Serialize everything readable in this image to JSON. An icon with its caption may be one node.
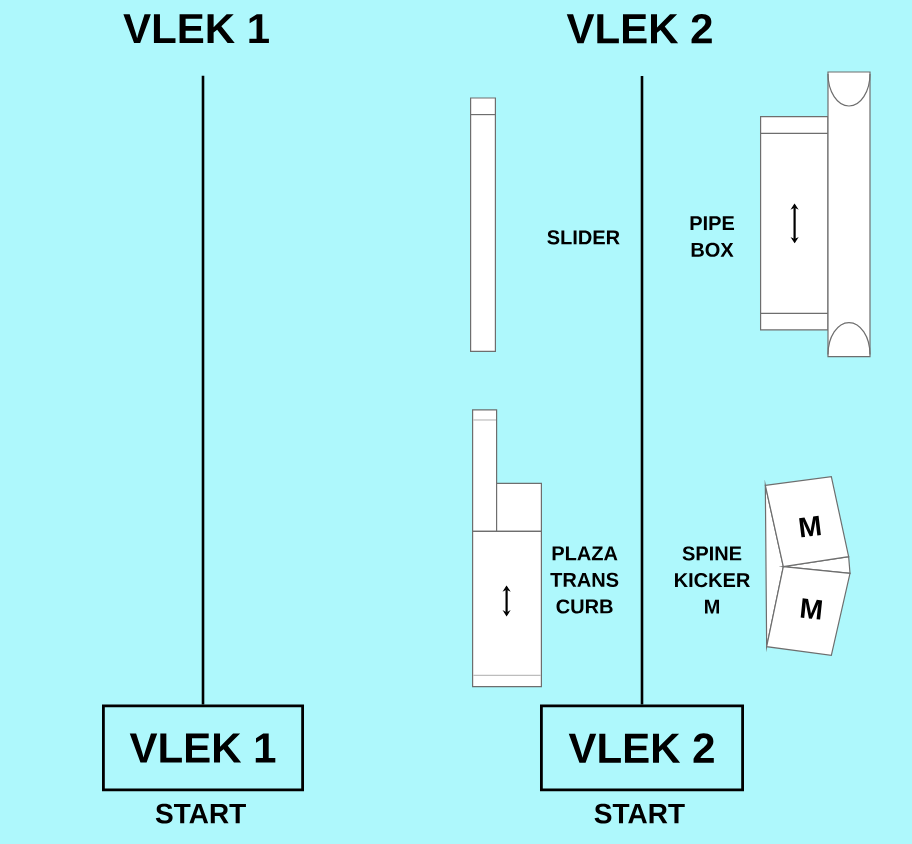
{
  "diagram": {
    "nodes": [
      {
        "text": [
          "VLEK 1"
        ]
      },
      {
        "text": [
          "VLEK 2"
        ]
      },
      {
        "text": [
          "M"
        ]
      },
      {
        "text": [
          "M"
        ]
      },
      {
        "text": [
          "VLEK 1"
        ],
        "beside": [
          "START"
        ]
      },
      {
        "text": [
          "VLEK 2"
        ],
        "beside": [
          "START"
        ]
      }
    ],
    "edges": [
      {
        "from": 4,
        "to": 0,
        "arrow": "none"
      },
      {
        "from": 5,
        "to": 1,
        "arrow": "none"
      }
    ],
    "labels": [
      "SLIDER",
      "PIPE BOX",
      "PLAZA TRANS CURB",
      "SPINE KICKER M"
    ]
  }
}
